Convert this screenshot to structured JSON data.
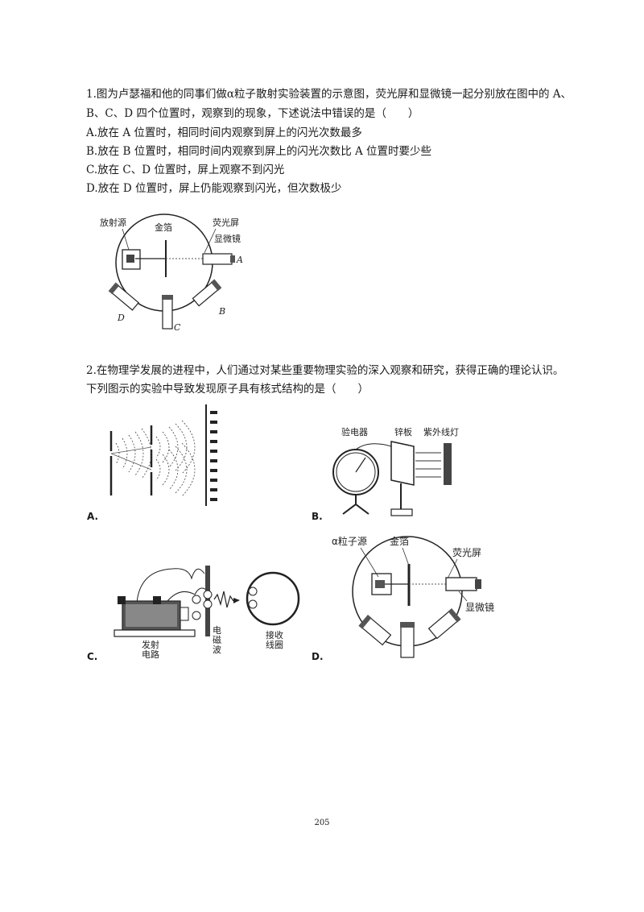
{
  "q1": {
    "line1": "1.图为卢瑟福和他的同事们做α粒子散射实验装置的示意图，荧光屏和显微镜一起分别放在图中的 A、",
    "line2": "B、C、D 四个位置时，观察到的现象，下述说法中错误的是（　　）",
    "options": [
      "A.放在 A 位置时，相同时间内观察到屏上的闪光次数最多",
      "B.放在 B 位置时，相同时间内观察到屏上的闪光次数比 A 位置时要少些",
      "C.放在 C、D 位置时，屏上观察不到闪光",
      "D.放在 D 位置时，屏上仍能观察到闪光，但次数极少"
    ],
    "figure": {
      "source_label": "放射源",
      "foil_label": "金箔",
      "screen_label": "荧光屏",
      "microscope_label": "显微镜",
      "pos_a": "A",
      "pos_b": "B",
      "pos_c": "C",
      "pos_d": "D"
    }
  },
  "q2": {
    "line1": "2.在物理学发展的进程中，人们通过对某些重要物理实验的深入观察和研究，获得正确的理论认识。",
    "line2": "下列图示的实验中导致发现原子具有核式结构的是（　　）",
    "fig_a": {
      "option": "A."
    },
    "fig_b": {
      "option": "B.",
      "electroscope": "验电器",
      "zinc_plate": "锌板",
      "uv_lamp": "紫外线灯"
    },
    "fig_c": {
      "option": "C.",
      "transmit_1": "发射",
      "transmit_2": "电路",
      "wave_1": "电",
      "wave_2": "磁",
      "wave_3": "波",
      "receive_1": "接收",
      "receive_2": "线圈"
    },
    "fig_d": {
      "option": "D.",
      "source": "α粒子源",
      "foil": "金箔",
      "screen": "荧光屏",
      "microscope": "显微镜"
    }
  },
  "page_number": "205"
}
